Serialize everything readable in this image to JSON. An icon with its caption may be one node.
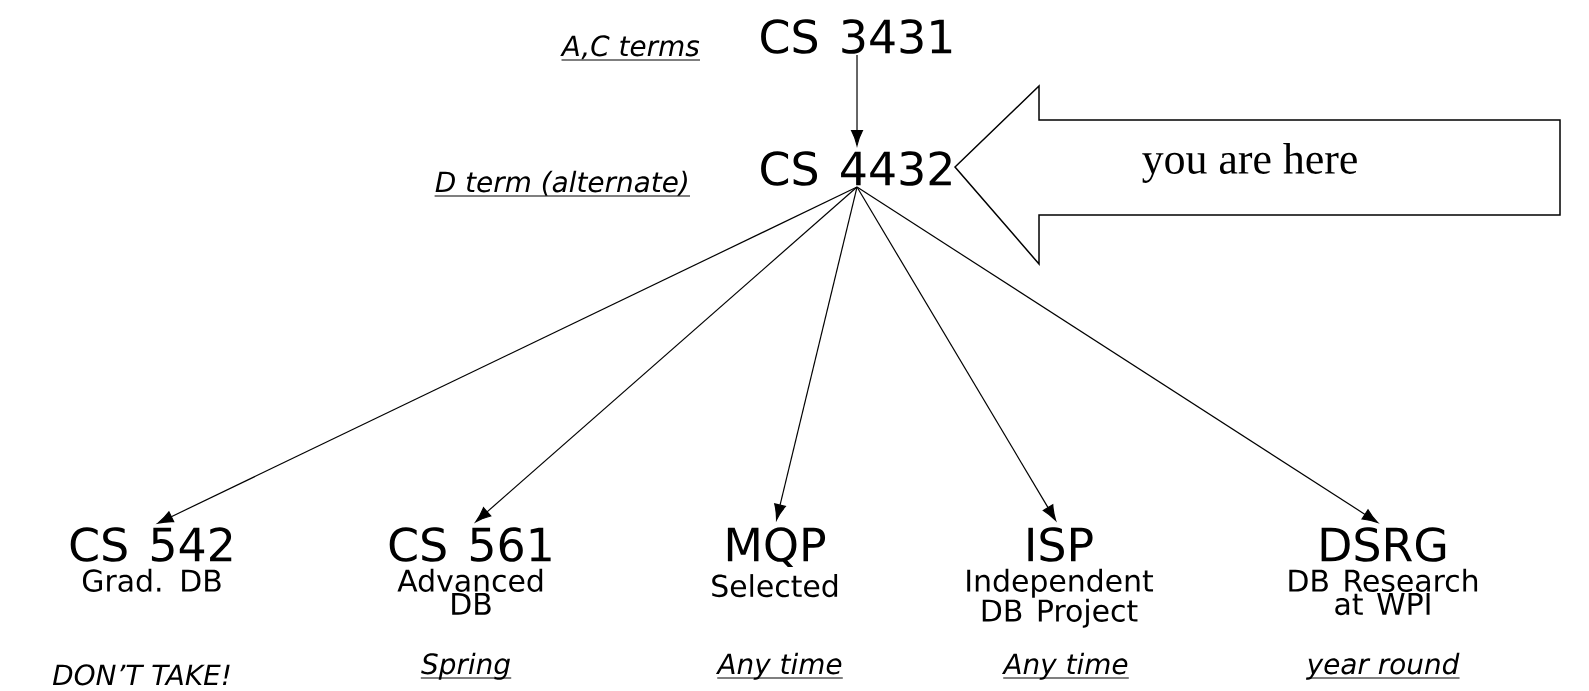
{
  "diagram": {
    "nodes": [
      {
        "text": [
          "CS 3431"
        ],
        "beside": [
          "A,C terms"
        ]
      },
      {
        "text": [
          "CS 4432"
        ],
        "beside": [
          "D term (alternate)"
        ]
      },
      {
        "text": [
          "you are here"
        ]
      },
      {
        "text": [
          "CS 542",
          "Grad. DB"
        ],
        "beside": [
          "DON’T TAKE!"
        ]
      },
      {
        "text": [
          "CS 561",
          "Advanced DB"
        ],
        "beside": [
          "Spring"
        ]
      },
      {
        "text": [
          "MQP",
          "Selected"
        ],
        "beside": [
          "Any time"
        ]
      },
      {
        "text": [
          "ISP",
          "Independent DB Project"
        ],
        "beside": [
          "Any time"
        ]
      },
      {
        "text": [
          "DSRG",
          "DB Research at WPI"
        ],
        "beside": [
          "year round"
        ]
      }
    ],
    "edges": [
      {
        "from": 0,
        "to": 1,
        "arrow": "to"
      },
      {
        "from": 1,
        "to": 3,
        "arrow": "to"
      },
      {
        "from": 1,
        "to": 4,
        "arrow": "to"
      },
      {
        "from": 1,
        "to": 5,
        "arrow": "to"
      },
      {
        "from": 1,
        "to": 6,
        "arrow": "to"
      },
      {
        "from": 1,
        "to": 7,
        "arrow": "to"
      }
    ]
  }
}
